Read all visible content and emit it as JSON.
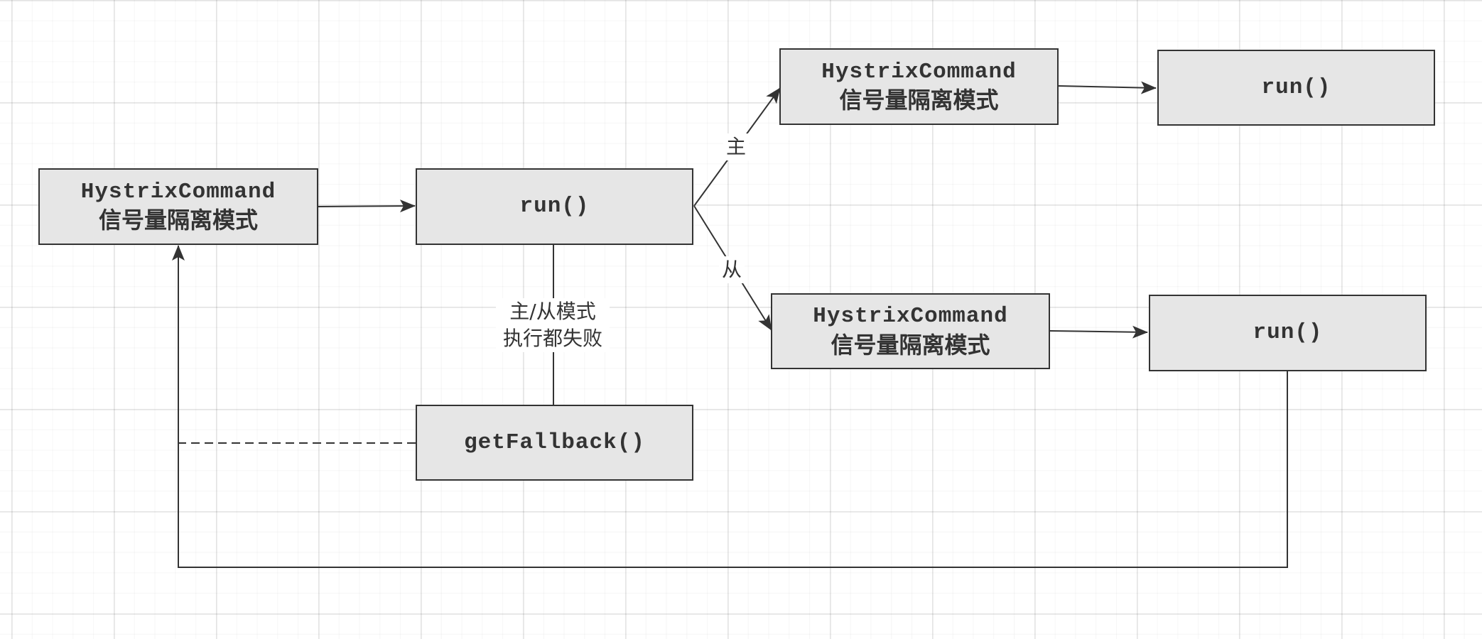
{
  "nodes": {
    "left_command": {
      "name": "HystrixCommand",
      "mode": "信号量隔离模式"
    },
    "center_run": {
      "label": "run()"
    },
    "fallback": {
      "label": "getFallback()"
    },
    "primary_command": {
      "name": "HystrixCommand",
      "mode": "信号量隔离模式"
    },
    "primary_run": {
      "label": "run()"
    },
    "secondary_command": {
      "name": "HystrixCommand",
      "mode": "信号量隔离模式"
    },
    "secondary_run": {
      "label": "run()"
    }
  },
  "edge_labels": {
    "primary": "主",
    "secondary": "从",
    "failure_line1": "主/从模式",
    "failure_line2": "执行都失败"
  },
  "colors": {
    "node_fill": "#e6e6e6",
    "node_border": "#333333",
    "edge": "#333333",
    "text": "#333333",
    "background": "#ffffff"
  }
}
